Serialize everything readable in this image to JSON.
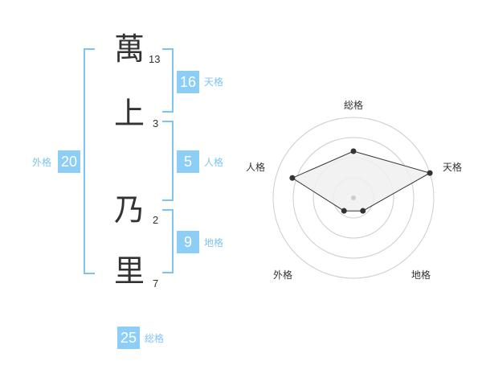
{
  "characters": [
    {
      "char": "萬",
      "strokes": "13"
    },
    {
      "char": "上",
      "strokes": "3"
    },
    {
      "char": "乃",
      "strokes": "2"
    },
    {
      "char": "里",
      "strokes": "7"
    }
  ],
  "fortunes": {
    "tenkaku": {
      "value": "16",
      "label": "天格"
    },
    "jinkaku": {
      "value": "5",
      "label": "人格"
    },
    "chikaku": {
      "value": "9",
      "label": "地格"
    },
    "gaikaku": {
      "value": "20",
      "label": "外格"
    },
    "soukaku": {
      "value": "25",
      "label": "総格"
    }
  },
  "radar": {
    "labels": {
      "soukaku": "総格",
      "tenkaku": "天格",
      "chikaku": "地格",
      "gaikaku": "外格",
      "jinkaku": "人格"
    },
    "levels": 4,
    "values": {
      "soukaku": 0.58,
      "tenkaku": 1.0,
      "chikaku": 0.2,
      "gaikaku": 0.2,
      "jinkaku": 0.8
    },
    "colors": {
      "fill": "#f0f0f0",
      "line": "#333333",
      "grid": "#cccccc",
      "center": "#cccccc"
    }
  }
}
